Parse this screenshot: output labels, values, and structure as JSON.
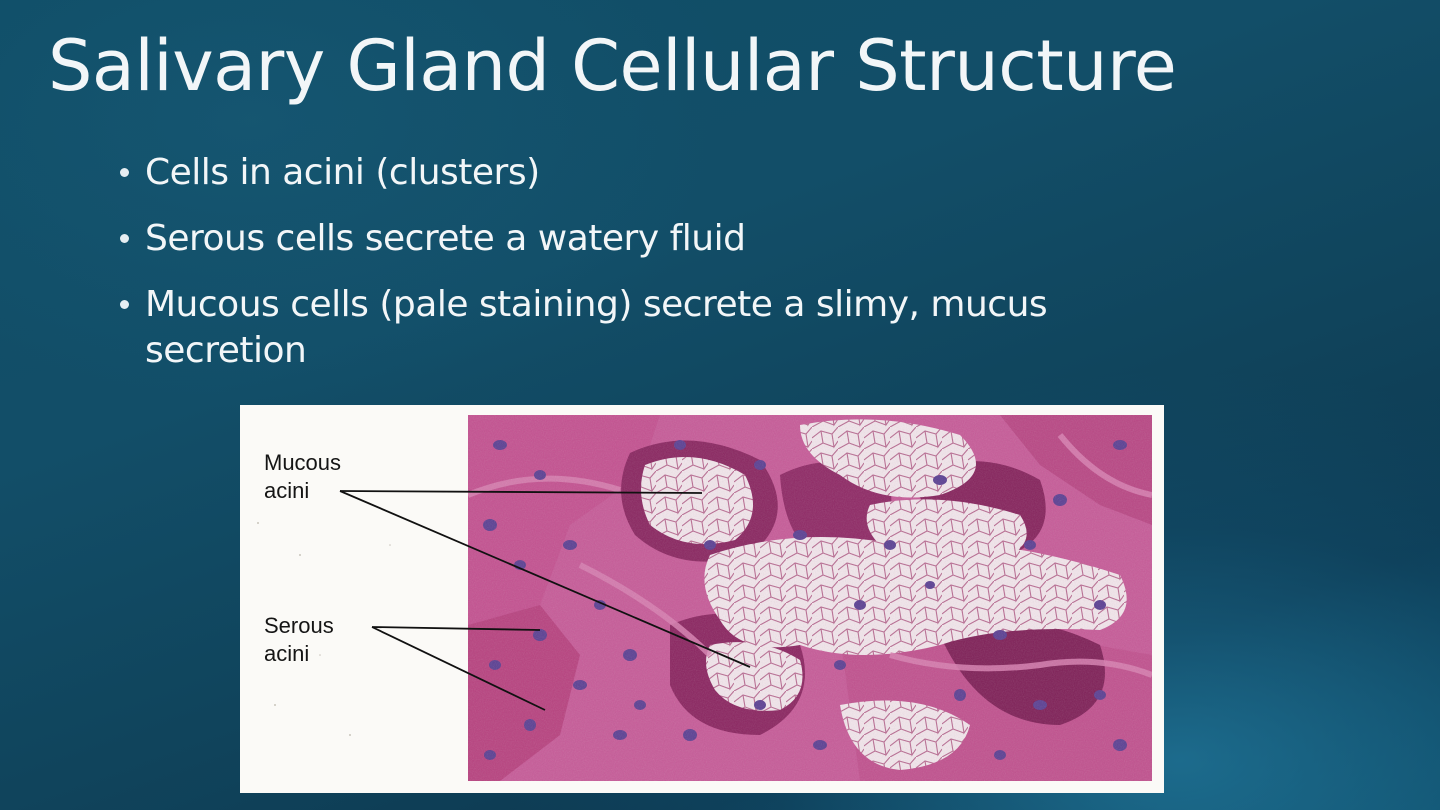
{
  "slide": {
    "title": "Salivary Gland Cellular Structure",
    "bullets": [
      "Cells in acini (clusters)",
      "Serous cells secrete a watery fluid",
      "Mucous cells (pale staining) secrete a slimy, mucus secretion"
    ]
  },
  "figure": {
    "labels": {
      "mucous": [
        "Mucous",
        "acini"
      ],
      "serous": [
        "Serous",
        "acini"
      ]
    }
  }
}
